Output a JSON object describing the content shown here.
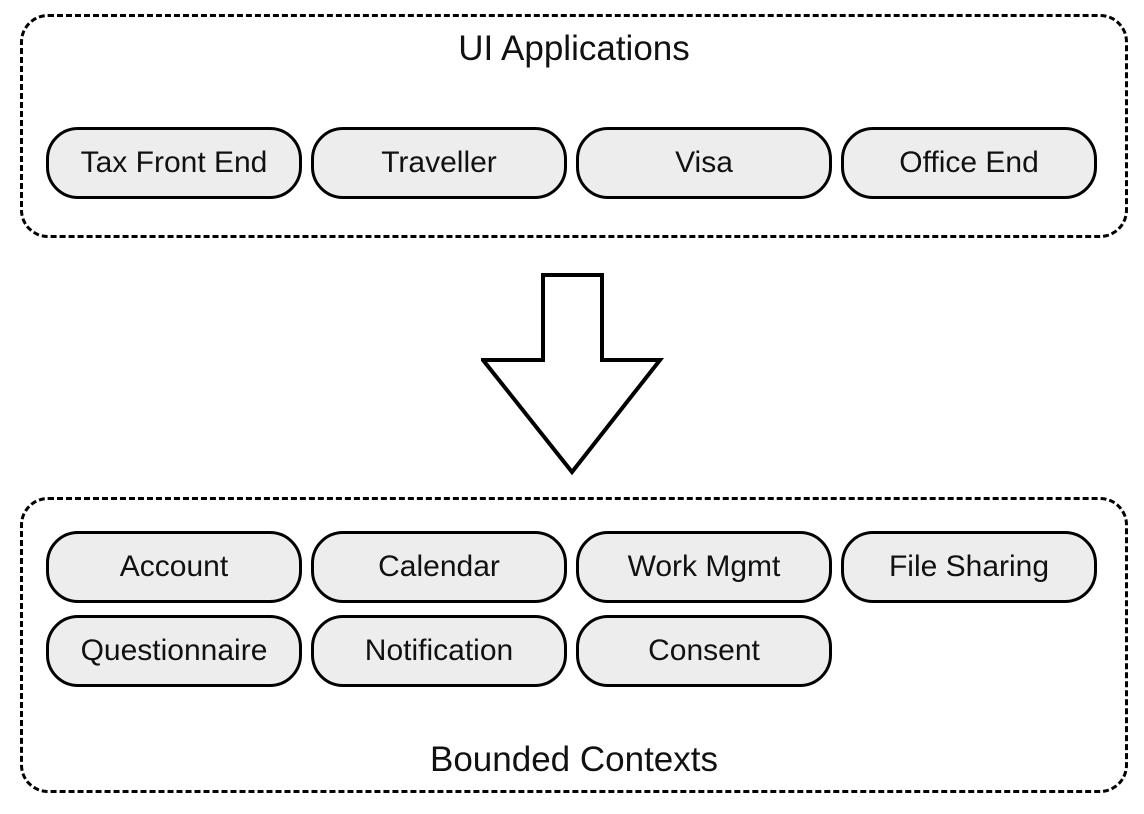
{
  "diagram": {
    "top_panel": {
      "title": "UI Applications",
      "items": [
        "Tax Front End",
        "Traveller",
        "Visa",
        "Office End"
      ]
    },
    "arrow": {
      "icon": "down-arrow",
      "direction": "down"
    },
    "bottom_panel": {
      "title": "Bounded Contexts",
      "rows": [
        [
          "Account",
          "Calendar",
          "Work Mgmt",
          "File Sharing"
        ],
        [
          "Questionnaire",
          "Notification",
          "Consent"
        ]
      ]
    },
    "colors": {
      "background": "#ffffff",
      "pill_fill": "#ededed",
      "pill_border": "#000000",
      "panel_border": "#000000",
      "arrow_outline": "#000000",
      "text": "#111111"
    }
  }
}
